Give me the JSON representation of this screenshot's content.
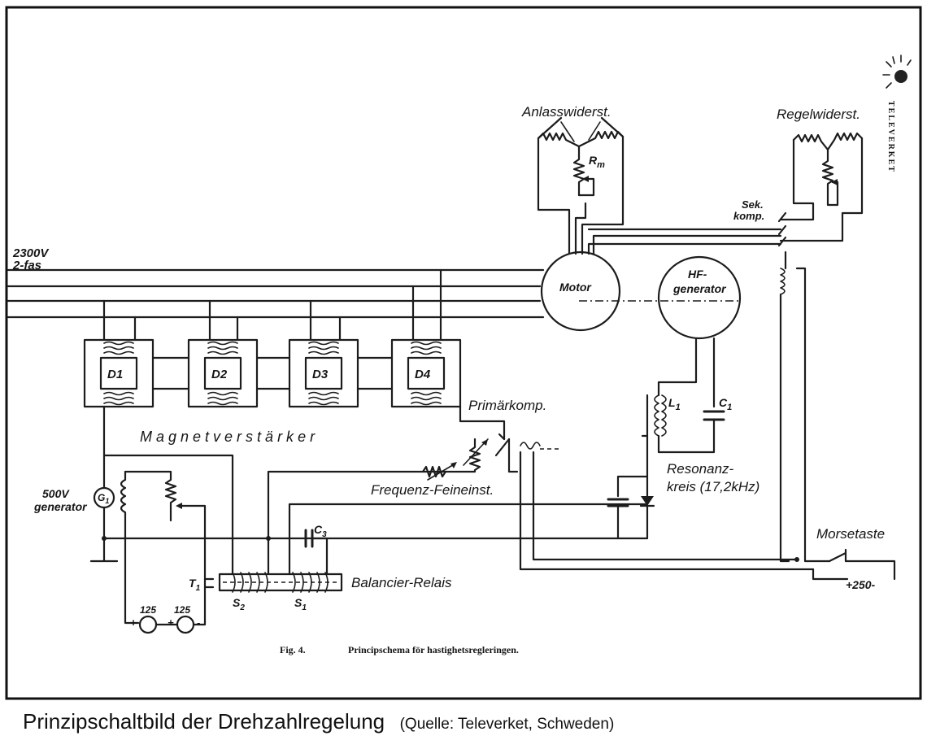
{
  "figure": {
    "labels": {
      "supply_voltage": "2300V",
      "supply_phase": "2-fas",
      "starting_resistor": "Anlasswiderst.",
      "regulating_resistor": "Regelwiderst.",
      "rm": "R",
      "rm_sub": "m",
      "sec_comp_1": "Sek.",
      "sec_comp_2": "komp.",
      "motor": "Motor",
      "hf_gen_1": "HF-",
      "hf_gen_2": "generator",
      "d1": "D1",
      "d2": "D2",
      "d3": "D3",
      "d4": "D4",
      "magnetic_amplifier": "M a g n e t v e r s t ä r k e r",
      "primary_comp": "Primärkomp.",
      "freq_fine": "Frequenz-Feineinst.",
      "l1": "L",
      "l1_sub": "1",
      "c1": "C",
      "c1_sub": "1",
      "resonance_1": "Resonanz-",
      "resonance_2": "kreis (17,2kHz)",
      "gen_500_1": "500V",
      "gen_500_2": "generator",
      "g1": "G",
      "g1_sub": "1",
      "c3": "C",
      "c3_sub": "3",
      "t1": "T",
      "t1_sub": "1",
      "balancing_relay": "Balancier-Relais",
      "s2": "S",
      "s2_sub": "2",
      "s1": "S",
      "s1_sub": "1",
      "bat_left": "125",
      "bat_right": "125",
      "plus": "+",
      "minus": "-",
      "morse_key": "Morsetaste",
      "plus250": "+250-",
      "fig_no": "Fig. 4.",
      "fig_title": "Principschema för hastighetsregleringen.",
      "televerket_vertical": "TELEVERKET"
    }
  },
  "caption": {
    "main": "Prinzipschaltbild der Drehzahlregelung",
    "source": "(Quelle: Televerket, Schweden)"
  }
}
